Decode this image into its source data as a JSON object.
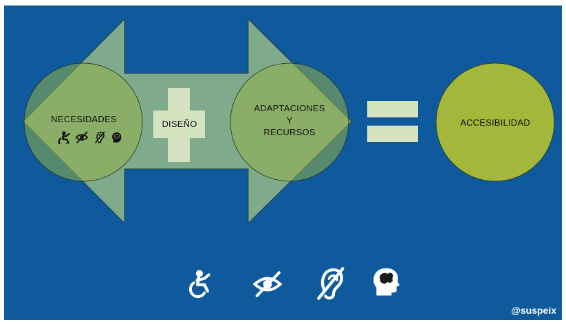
{
  "colors": {
    "background": "#0f5a9c",
    "arrow_fill": "#8fb589",
    "circle_fill": "#93b04a",
    "accessibility_circle": "#a3b83a",
    "plus_equals": "#d6e3c0",
    "label_text": "#111111",
    "icon_white": "#ffffff"
  },
  "diagram": {
    "needs_label": "NECESIDADES",
    "design_label": "DISEÑO",
    "adaptations_line1": "ADAPTACIONES",
    "adaptations_line2": "Y",
    "adaptations_line3": "RECURSOS",
    "accessibility_label": "ACCESIBILIDAD"
  },
  "icons": [
    "wheelchair-icon",
    "low-vision-icon",
    "hearing-impaired-icon",
    "cognitive-brain-icon"
  ],
  "footer": {
    "handle": "@suspeix"
  }
}
